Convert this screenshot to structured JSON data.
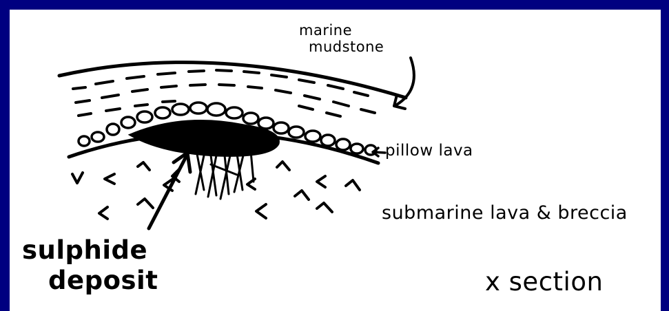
{
  "diagram": {
    "labels": {
      "marine": "marine",
      "mudstone": "mudstone",
      "pillow_lava": "pillow lava",
      "submarine_lava": "submarine lava & breccia",
      "sulphide": "sulphide",
      "deposit": "deposit",
      "x_section": "x section"
    }
  },
  "colors": {
    "frame": "#000080",
    "background": "#ffffff",
    "ink": "#000000"
  }
}
